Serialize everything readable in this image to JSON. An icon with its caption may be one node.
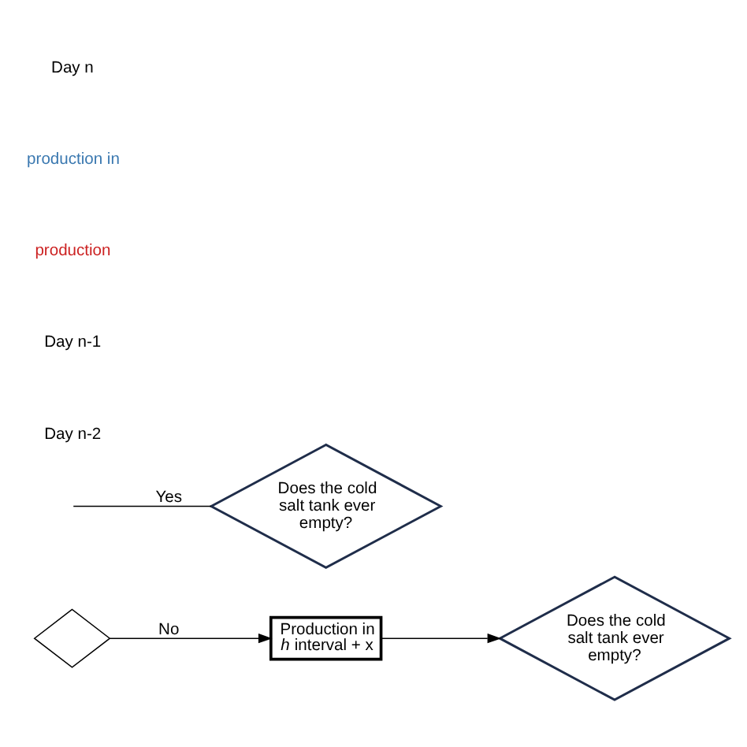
{
  "diagram": {
    "nodes": [
      {
        "text": [],
        "shape": "diamond"
      },
      {
        "text": [
          "Production in *h* interval + x"
        ]
      },
      {
        "text": [
          "Does the cold salt tank ever empty?"
        ]
      },
      {
        "text": [
          "Does the cold salt tank ever empty?"
        ]
      }
    ],
    "edges": [
      {
        "from": 0,
        "to": 1,
        "arrow": "to",
        "label": "No"
      },
      {
        "from": 1,
        "to": 2,
        "arrow": "to"
      },
      {
        "from": null,
        "to": 3,
        "arrow": "none",
        "label": "Yes"
      }
    ],
    "labels": [
      "Day n-2",
      "Day n-1",
      "production",
      "production in",
      "Day n"
    ]
  }
}
